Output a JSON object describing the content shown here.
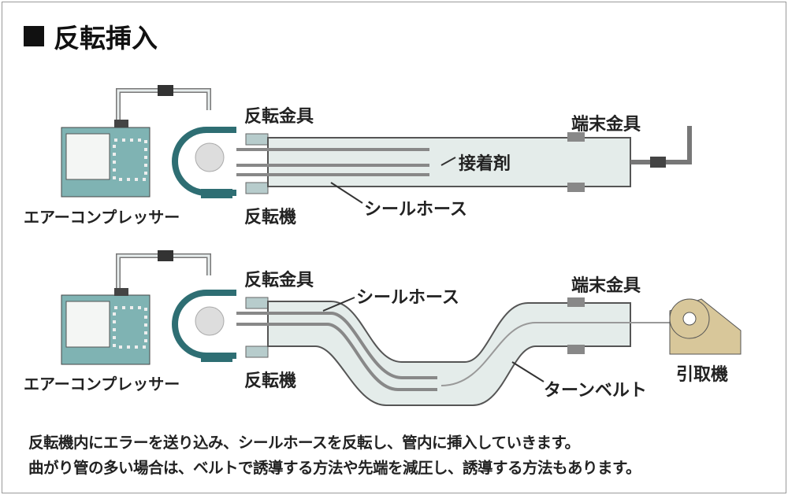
{
  "title": "反転挿入",
  "colors": {
    "teal": "#7fb3b3",
    "dark_teal": "#2e6e73",
    "pipe": "#dfe8e6",
    "outline": "#555555"
  },
  "diagram1": {
    "compressor": "エアーコンプレッサー",
    "reversal_fitting": "反転金具",
    "reversal_machine": "反転機",
    "end_fitting": "端末金具",
    "adhesive": "接着剤",
    "seal_hose": "シールホース"
  },
  "diagram2": {
    "compressor": "エアーコンプレッサー",
    "reversal_fitting": "反転金具",
    "reversal_machine": "反転機",
    "end_fitting": "端末金具",
    "seal_hose": "シールホース",
    "turn_belt": "ターンベルト",
    "winch": "引取機"
  },
  "caption": [
    "反転機内にエラーを送り込み、シールホースを反転し、管内に挿入していきます。",
    "曲がり管の多い場合は、ベルトで誘導する方法や先端を減圧し、誘導する方法もあります。"
  ]
}
